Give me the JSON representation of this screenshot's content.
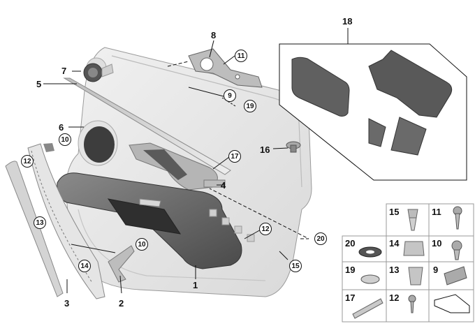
{
  "diagram": {
    "labels": {
      "l1": "1",
      "l2": "2",
      "l3": "3",
      "l4": "4",
      "l5": "5",
      "l6": "6",
      "l7": "7",
      "l8": "8",
      "l16": "16",
      "l18": "18"
    },
    "callouts": {
      "c9": "9",
      "c10a": "10",
      "c10b": "10",
      "c11": "11",
      "c12a": "12",
      "c12b": "12",
      "c13": "13",
      "c14": "14",
      "c15": "15",
      "c17": "17",
      "c19": "19",
      "c20": "20"
    },
    "parts_grid": {
      "r1a": "15",
      "r1b": "11",
      "r2a": "20",
      "r2b": "14",
      "r2c": "10",
      "r3a": "19",
      "r3b": "13",
      "r3c": "9",
      "r4a": "17",
      "r4b": "12"
    }
  }
}
